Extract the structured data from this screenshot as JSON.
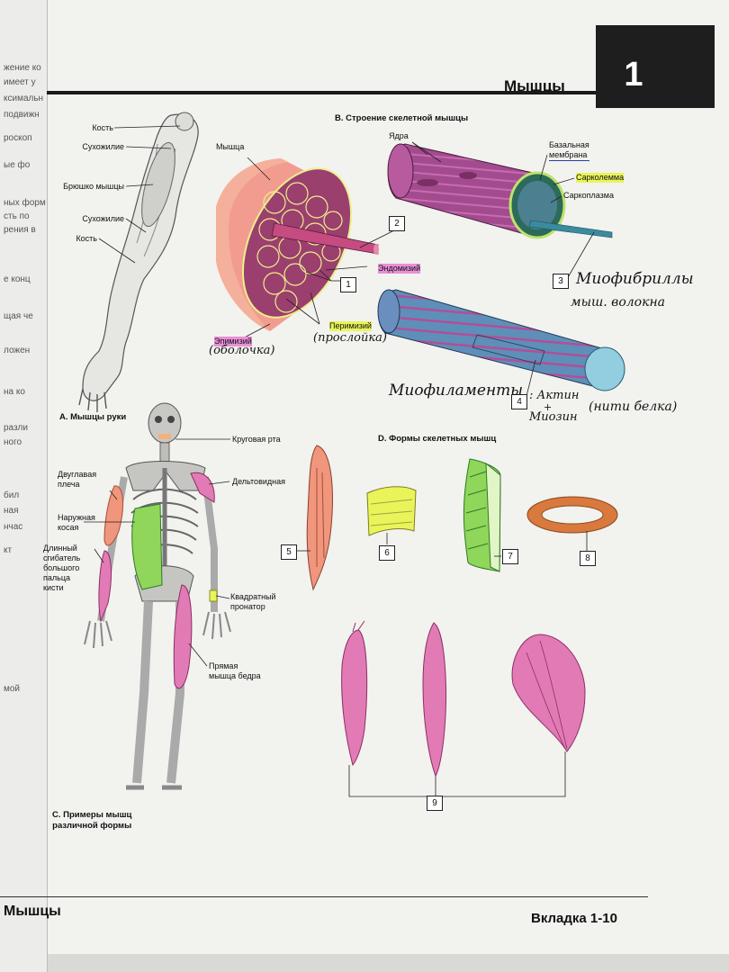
{
  "header": {
    "title": "Мышцы",
    "chapter_number": "1"
  },
  "footer": {
    "left": "Мышцы",
    "right": "Вкладка 1-10"
  },
  "prev_page_fragments": [
    "жение ко",
    "имеет у",
    "ксимальн",
    "подвижн",
    "роскоп",
    "ые фо",
    "ных форм",
    "сть по",
    "рения в",
    "е конц",
    "щая че",
    "ложен",
    "на ко",
    "разли",
    "ного",
    "бил",
    "ная",
    "нчас",
    "кт",
    "мой"
  ],
  "section_a": {
    "title": "A. Мышцы руки",
    "labels": {
      "bone_top": "Кость",
      "tendon_top": "Сухожилие",
      "belly": "Брюшко мышцы",
      "tendon_bottom": "Сухожилие",
      "bone_bottom": "Кость"
    }
  },
  "section_b": {
    "title": "B. Строение скелетной мышцы",
    "labels": {
      "muscle": "Мышца",
      "nuclei": "Ядра",
      "basal_membrane": "Базальная\nмембрана",
      "sarcolemma": "Сарколемма",
      "sarcoplasm": "Саркоплазма",
      "endomysium": "Эндомизий",
      "perimysium": "Перимизий",
      "epimysium": "Эпимизий"
    },
    "numbers": [
      "1",
      "2",
      "3",
      "4"
    ],
    "handwritten": {
      "epimysium_note": "(оболочка)",
      "perimysium_note": "(прослойка)",
      "myofibrils": "Миофибриллы",
      "myofibrils_note": "мыш. волокна",
      "myofilaments": "Миофиламенты",
      "actin": ": Актин",
      "plus": "+",
      "myosin": "Миозин",
      "myofilament_note": "(нити белка)"
    }
  },
  "section_c": {
    "title": "C. Примеры мышц\nразличной формы",
    "labels": {
      "orbicularis_oris": "Круговая рта",
      "deltoid": "Дельтовидная",
      "biceps": "Двуглавая\nплеча",
      "external_oblique": "Наружная\nкосая",
      "flexor_pollicis": "Длинный\nсгибатель\nбольшого\nпальца\nкисти",
      "pronator": "Квадратный\nпронатор",
      "rectus_femoris": "Прямая\nмышца бедра"
    }
  },
  "section_d": {
    "title": "D. Формы скелетных мышц",
    "numbers": [
      "5",
      "6",
      "7",
      "8",
      "9"
    ]
  },
  "colors": {
    "muscle_pink": "#e27bb5",
    "muscle_salmon": "#f0967c",
    "muscle_purple": "#a34b8f",
    "green": "#8fd65a",
    "yellow": "#e9f45a",
    "teal": "#6fb0c6",
    "header_black": "#1e1e1e"
  }
}
